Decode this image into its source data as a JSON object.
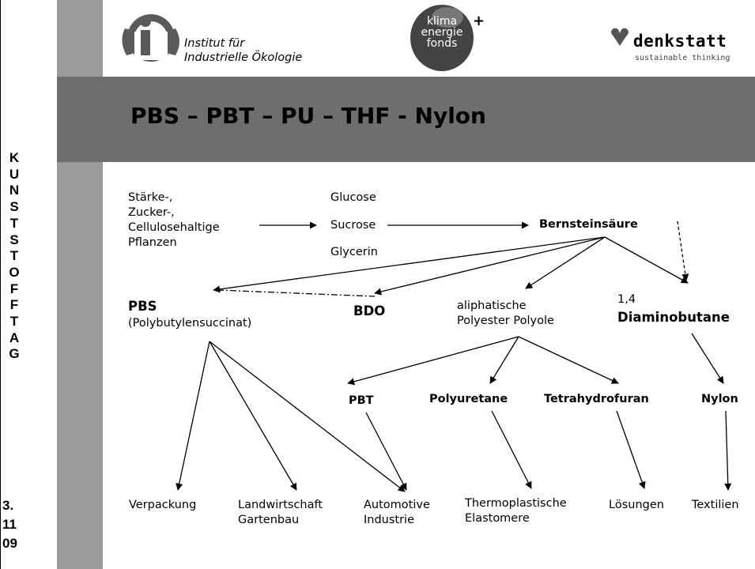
{
  "title": "PBS – PBT – PU – THF - Nylon",
  "sidebar": {
    "letters": [
      "K",
      "U",
      "N",
      "S",
      "T",
      "S",
      "T",
      "O",
      "F",
      "F",
      "T",
      "A",
      "G"
    ],
    "date": [
      "3.",
      "11",
      "09"
    ]
  },
  "logos": {
    "iio": {
      "line1": "Institut für",
      "line2": "Industrielle Ökologie"
    },
    "klima": {
      "line1": "klima",
      "line2": "energie",
      "line3": "fonds",
      "plus": "+"
    },
    "denkstatt": {
      "name": "denkstatt",
      "tagline": "sustainable thinking"
    }
  },
  "diagram": {
    "source": [
      "Stärke-,",
      "Zucker-,",
      "Cellulosehaltige",
      "Pflanzen"
    ],
    "sugars": [
      "Glucose",
      "Sucrose",
      "Glycerin"
    ],
    "bernstein": "Bernsteinsäure",
    "pbs": "PBS",
    "pbs_full": "(Polybutylensuccinat)",
    "bdo": "BDO",
    "polyole": [
      "aliphatische",
      "Polyester Polyole"
    ],
    "diamino_prefix": "1,4",
    "diamino": "Diaminobutane",
    "pbt": "PBT",
    "polyurethane": "Polyuretane",
    "thf": "Tetrahydrofuran",
    "nylon": "Nylon",
    "verpackung": "Verpackung",
    "landwirtschaft": [
      "Landwirtschaft",
      "Gartenbau"
    ],
    "automotive": [
      "Automotive",
      "Industrie"
    ],
    "thermoplastische": [
      "Thermoplastische",
      "Elastomere"
    ],
    "loesungen": "Lösungen",
    "textilien": "Textilien"
  }
}
